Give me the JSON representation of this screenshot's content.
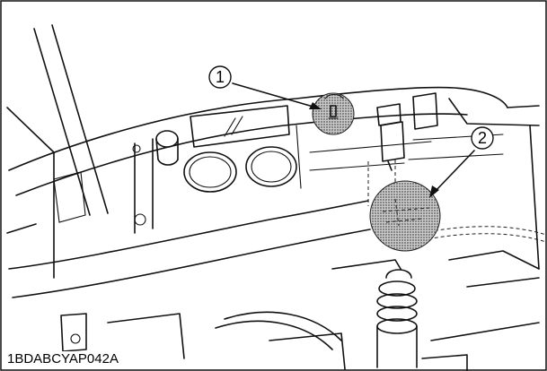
{
  "figure": {
    "code": "1BDABCYAP042A",
    "callouts": [
      {
        "label": "1"
      },
      {
        "label": "2"
      }
    ],
    "colors": {
      "line": "#111111",
      "screen": "#9a9a9a",
      "background": "#ffffff"
    }
  }
}
